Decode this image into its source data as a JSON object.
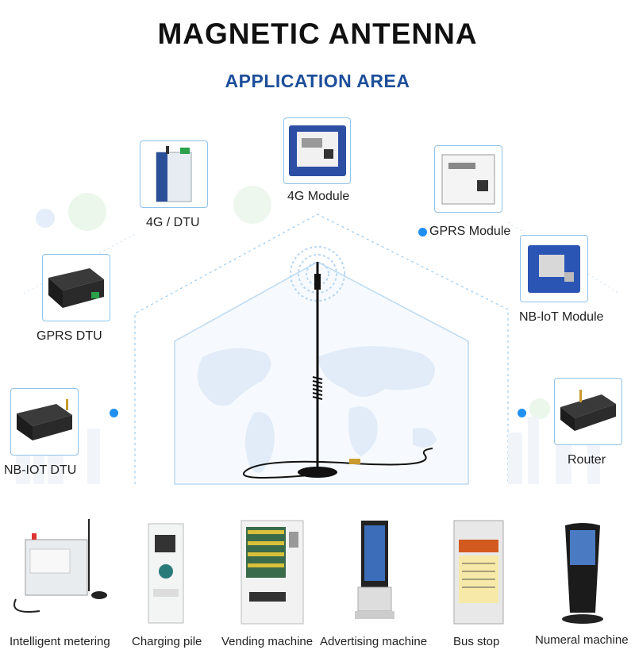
{
  "header": {
    "title": "MAGNETIC ANTENNA",
    "subtitle": "APPLICATION AREA"
  },
  "modules": [
    {
      "label": "4G Module",
      "icon": "4g-module-icon"
    },
    {
      "label": "4G / DTU",
      "icon": "4g-dtu-icon"
    },
    {
      "label": "GPRS Module",
      "icon": "gprs-module-icon"
    },
    {
      "label": "GPRS DTU",
      "icon": "gprs-dtu-icon"
    },
    {
      "label": "NB-loT Module",
      "icon": "nb-iot-module-icon"
    },
    {
      "label": "NB-IOT DTU",
      "icon": "nb-iot-dtu-icon"
    },
    {
      "label": "Router",
      "icon": "router-icon"
    }
  ],
  "applications": [
    {
      "label": "Intelligent metering",
      "icon": "meter-icon"
    },
    {
      "label": "Charging pile",
      "icon": "charging-pile-icon"
    },
    {
      "label": "Vending machine",
      "icon": "vending-machine-icon"
    },
    {
      "label": "Advertising machine",
      "icon": "advertising-machine-icon"
    },
    {
      "label": "Bus stop",
      "icon": "bus-stop-icon"
    },
    {
      "label": "Numeral machine",
      "icon": "numeral-machine-icon"
    }
  ],
  "colors": {
    "title": "#111111",
    "subtitle": "#1d4e9a",
    "accent": "#1f8ff2",
    "card_border": "#8fc3ea"
  }
}
